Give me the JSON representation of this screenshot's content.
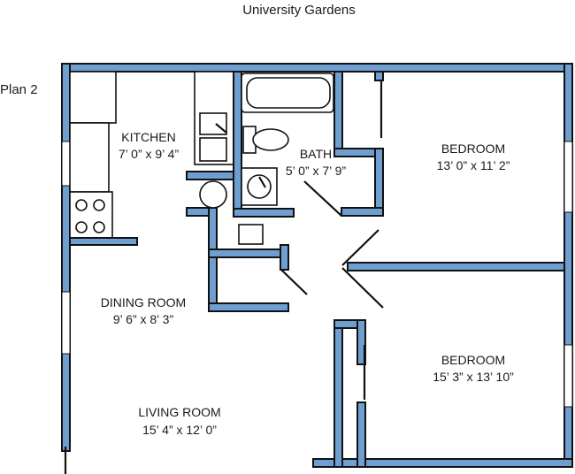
{
  "title": "University Gardens",
  "plan_label": "Plan 2",
  "rooms": {
    "kitchen": {
      "name": "KITCHEN",
      "dims": "7’ 0” x 9’ 4”"
    },
    "bath": {
      "name": "BATH",
      "dims": "5’ 0” x 7’ 9”"
    },
    "bedroom1": {
      "name": "BEDROOM",
      "dims": "13’ 0” x 11’ 2”"
    },
    "dining": {
      "name": "DINING ROOM",
      "dims": "9’ 6” x 8’ 3”"
    },
    "bedroom2": {
      "name": "BEDROOM",
      "dims": "15’ 3” x 13’ 10”"
    },
    "living": {
      "name": "LIVING ROOM",
      "dims": "15’ 4” x 12’ 0”"
    }
  },
  "colors": {
    "wall": "#6f9fd0",
    "outline": "#111111"
  }
}
